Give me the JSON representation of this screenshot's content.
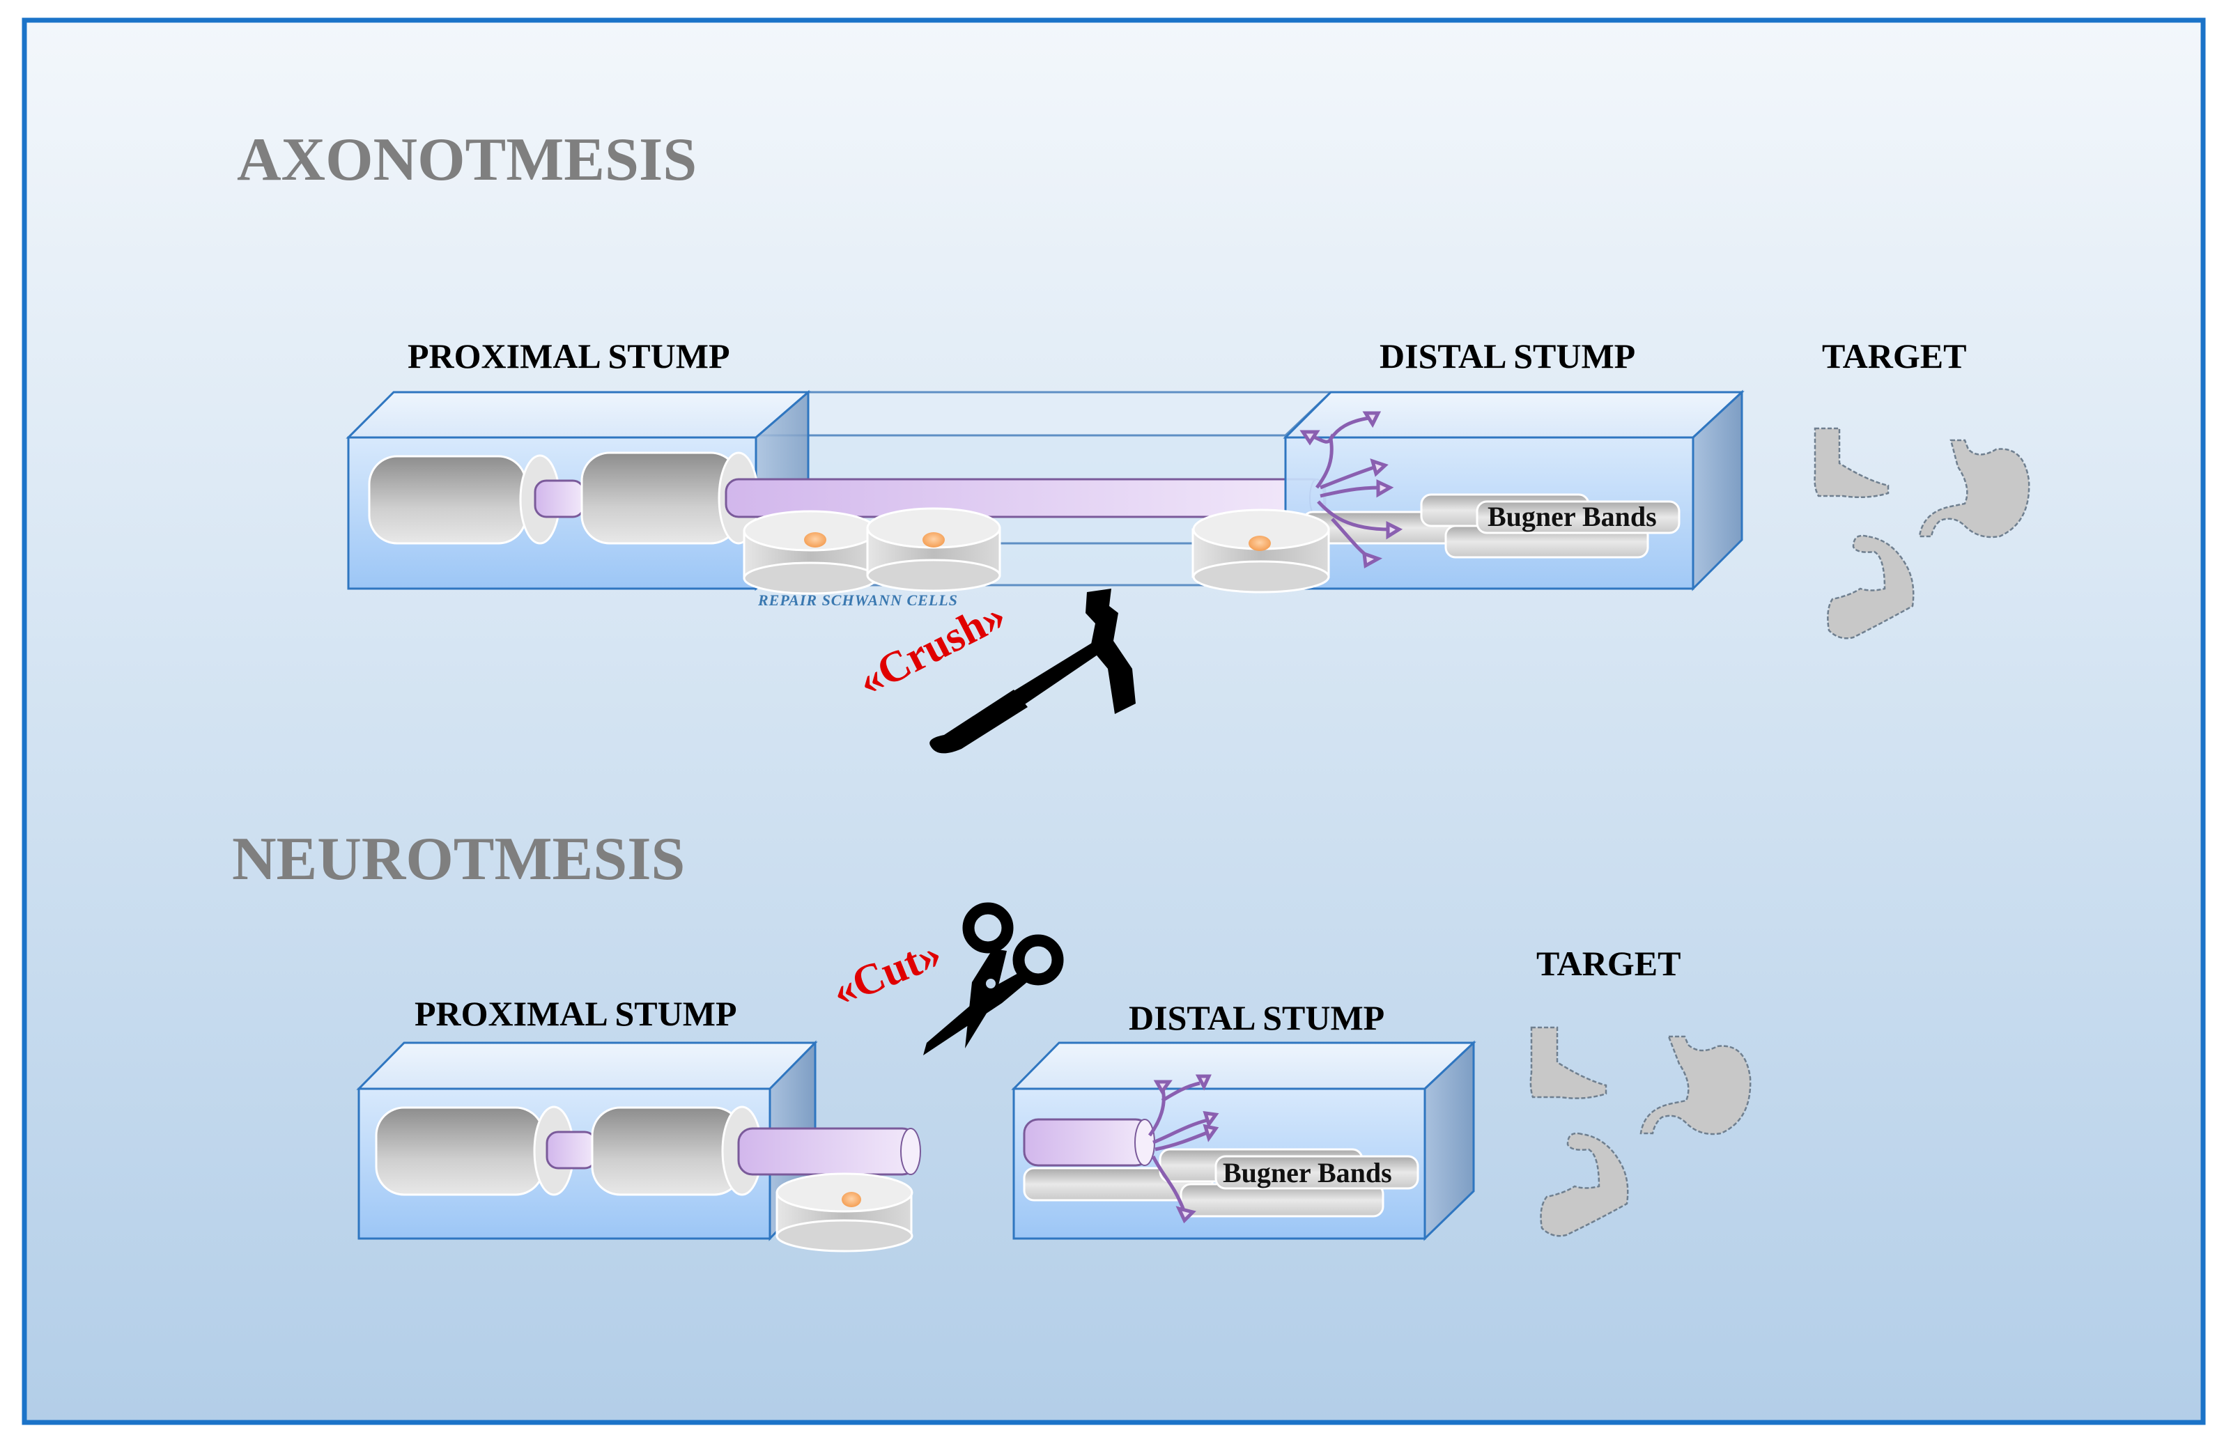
{
  "colors": {
    "frame_border": "#1b73c8",
    "bg_top": "#f3f7fb",
    "bg_bottom": "#b4cfe8",
    "section_title": "#7f7f7f",
    "label": "#000000",
    "action_text": "#e00000",
    "schwann_label": "#3a78b0",
    "axon": "#d9c3ee",
    "axon_stroke": "#7a5a9a",
    "box_fill": "#cfe3fb",
    "box_stroke": "#2f76c0",
    "target_fill": "#c8c8c8",
    "target_stroke": "#6f7f8f"
  },
  "sections": [
    {
      "id": "axonotmesis",
      "title": "AXONOTMESIS",
      "proximal_label": "PROXIMAL STUMP",
      "distal_label": "DISTAL STUMP",
      "target_label": "TARGET",
      "schwann_label": "REPAIR SCHWANN CELLS",
      "bands_label": "Bugner Bands",
      "action_label": "«Crush»",
      "action_icon": "hammer-icon",
      "target_icons": [
        "foot-icon",
        "stomach-icon",
        "arm-muscle-icon"
      ]
    },
    {
      "id": "neurotmesis",
      "title": "NEUROTMESIS",
      "proximal_label": "PROXIMAL STUMP",
      "distal_label": "DISTAL STUMP",
      "target_label": "TARGET",
      "bands_label": "Bugner Bands",
      "action_label": "«Cut»",
      "action_icon": "scissors-icon",
      "target_icons": [
        "foot-icon",
        "stomach-icon",
        "arm-muscle-icon"
      ]
    }
  ]
}
